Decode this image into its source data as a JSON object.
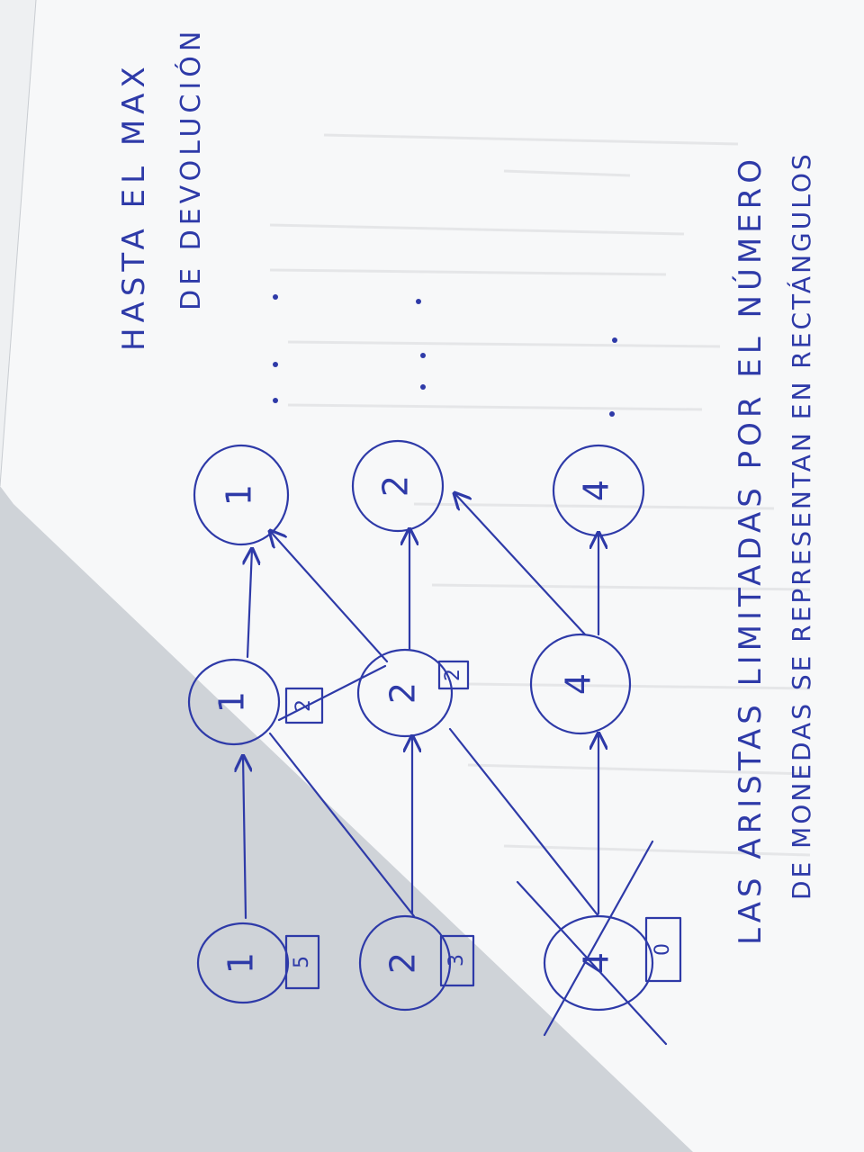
{
  "annotations": {
    "top_line1": "HASTA EL MAX",
    "top_line2": "DE DEVOLUCIÓN",
    "bottom_line1": "LAS ARISTAS LIMITADAS POR EL NÚMERO",
    "bottom_line2": "DE MONEDAS SE REPRESENTAN EN RECTÁNGULOS"
  },
  "nodes": {
    "c1_r1": "1",
    "c1_r2": "2",
    "c1_r3": "4",
    "c2_r1": "1",
    "c2_r2": "2",
    "c2_r3": "4",
    "c3_r1": "1",
    "c3_r2": "2",
    "c3_r3": "4"
  },
  "boxes": {
    "c1_r1": "5",
    "c1_r2": "3",
    "c1_r3": "0",
    "c2_r1": "2",
    "c2_r2": "2"
  },
  "colors": {
    "ink": "#2e3aa8",
    "paper": "#f7f8f9"
  }
}
